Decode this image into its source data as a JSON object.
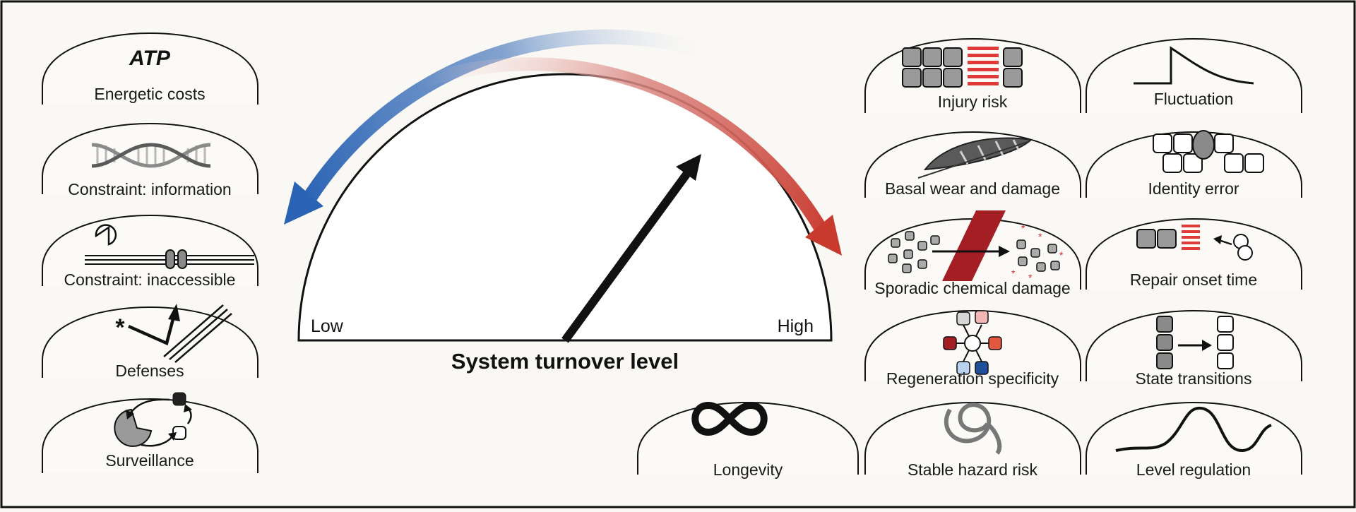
{
  "gauge": {
    "title": "System turnover level",
    "low_label": "Low",
    "high_label": "High",
    "colors": {
      "low_arrow": "#2a63b4",
      "high_arrow": "#c93a2e",
      "needle": "#111111"
    }
  },
  "left_panels": [
    {
      "label": "Energetic costs",
      "icon": "atp-text",
      "icon_text": "ATP"
    },
    {
      "label": "Constraint: information",
      "icon": "dna-helix-icon"
    },
    {
      "label": "Constraint: inaccessible",
      "icon": "membrane-channel-icon"
    },
    {
      "label": "Defenses",
      "icon": "deflection-icon",
      "icon_text": "*"
    },
    {
      "label": "Surveillance",
      "icon": "surveillance-cycle-icon"
    }
  ],
  "right_panels": [
    {
      "label": "Injury risk",
      "icon": "tissue-gap-icon"
    },
    {
      "label": "Fluctuation",
      "icon": "spike-decay-icon"
    },
    {
      "label": "Basal wear and damage",
      "icon": "feather-icon"
    },
    {
      "label": "Identity error",
      "icon": "cell-grid-odd-icon"
    },
    {
      "label": "Sporadic chemical damage",
      "icon": "chemical-damage-icon"
    },
    {
      "label": "Repair onset time",
      "icon": "repair-onset-icon"
    },
    {
      "label": "Regeneration specificity",
      "icon": "regeneration-hub-icon"
    },
    {
      "label": "State transitions",
      "icon": "state-transition-icon"
    },
    {
      "label": "Longevity",
      "icon": "infinity-icon"
    },
    {
      "label": "Stable hazard risk",
      "icon": "tangled-loop-icon"
    },
    {
      "label": "Level regulation",
      "icon": "wave-icon"
    }
  ]
}
